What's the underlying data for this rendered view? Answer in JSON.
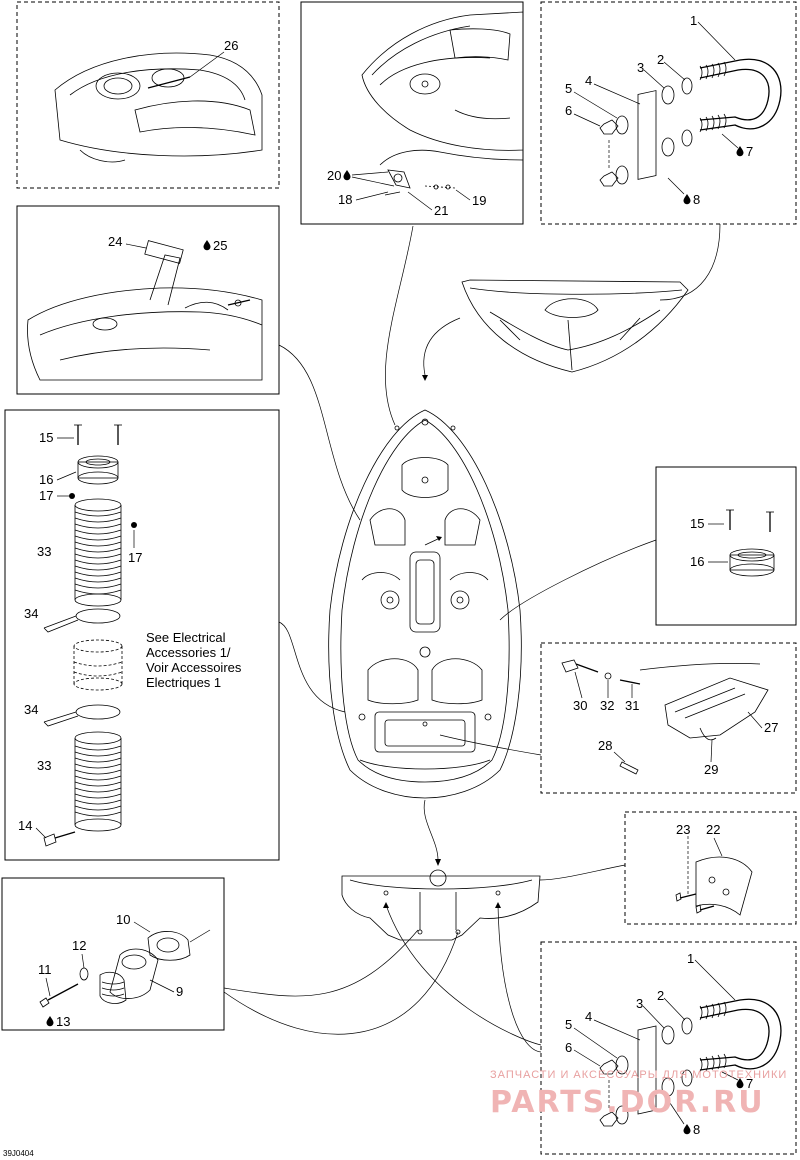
{
  "drawing_code": "39J0404",
  "labels": {
    "p1": "1",
    "p2": "2",
    "p3": "3",
    "p4": "4",
    "p5": "5",
    "p6": "6",
    "p7": "7",
    "p8": "8",
    "p9": "9",
    "p10": "10",
    "p11": "11",
    "p12": "12",
    "p13": "13",
    "p14": "14",
    "p15": "15",
    "p16": "16",
    "p17": "17",
    "p18": "18",
    "p19": "19",
    "p20": "20",
    "p21": "21",
    "p22": "22",
    "p23": "23",
    "p24": "24",
    "p25": "25",
    "p26": "26",
    "p27": "27",
    "p28": "28",
    "p29": "29",
    "p30": "30",
    "p31": "31",
    "p32": "32",
    "p33": "33",
    "p34": "34"
  },
  "note": {
    "line1": "See Electrical",
    "line2": "Accessories 1/",
    "line3": "Voir Accessoires",
    "line4": "Electriques 1"
  },
  "watermark": {
    "line1": "ЗАПЧАСТИ И АКСЕССУАРЫ ДЛЯ МОТОТЕХНИКИ",
    "line2": "PARTS.DOR.RU"
  },
  "symbols": {
    "sealant": "sealant-drop-icon"
  }
}
